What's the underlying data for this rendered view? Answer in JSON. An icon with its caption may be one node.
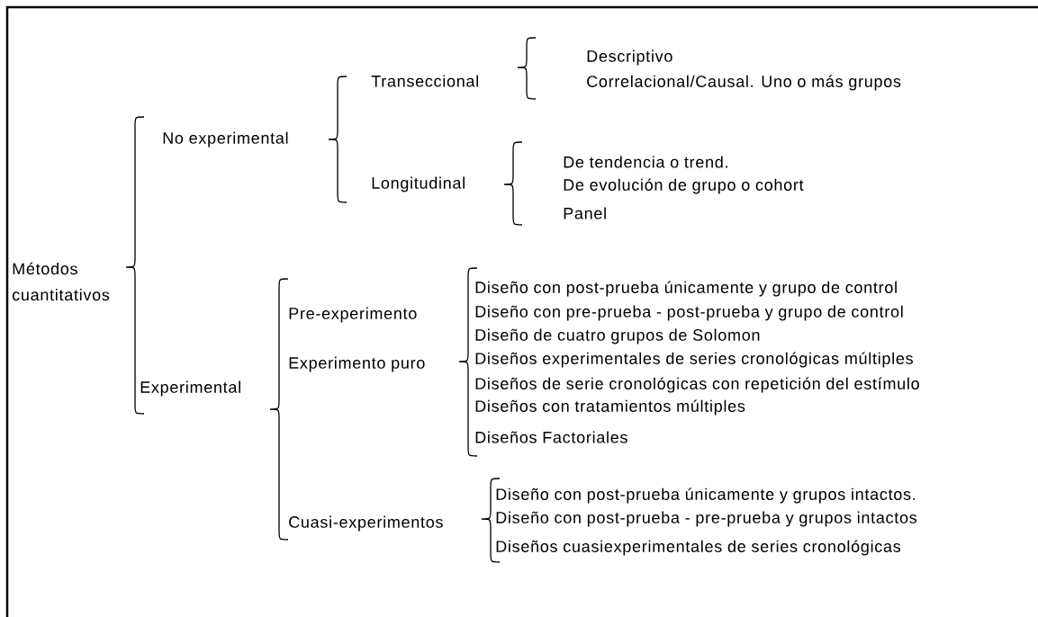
{
  "diagram": {
    "labels": [
      "Descriptivo",
      "Transeccional",
      "Correlacional/Causal. Uno o más grupos",
      "No experimental",
      "De tendencia o trend.",
      "Longitudinal",
      "De evolución de grupo o cohort",
      "Panel",
      "Métodos cuantitativos",
      "Diseño con post-prueba únicamente y grupo de control",
      "Pre-experimento",
      "Diseño con pre-prueba - post-prueba y grupo de control",
      "Diseño de cuatro grupos de Solomon",
      "Experimento puro",
      "Diseños experimentales de series cronológicas múltiples",
      "Experimental",
      "Diseños de serie cronológicas con repetición del estímulo",
      "Diseños con tratamientos múltiples",
      "Diseños Factoriales",
      "Diseño con post-prueba únicamente y grupos intactos.",
      "Cuasi-experimentos",
      "Diseño con post-prueba - pre-prueba y grupos intactos",
      "Diseños cuasiexperimentales de series cronológicas"
    ]
  }
}
